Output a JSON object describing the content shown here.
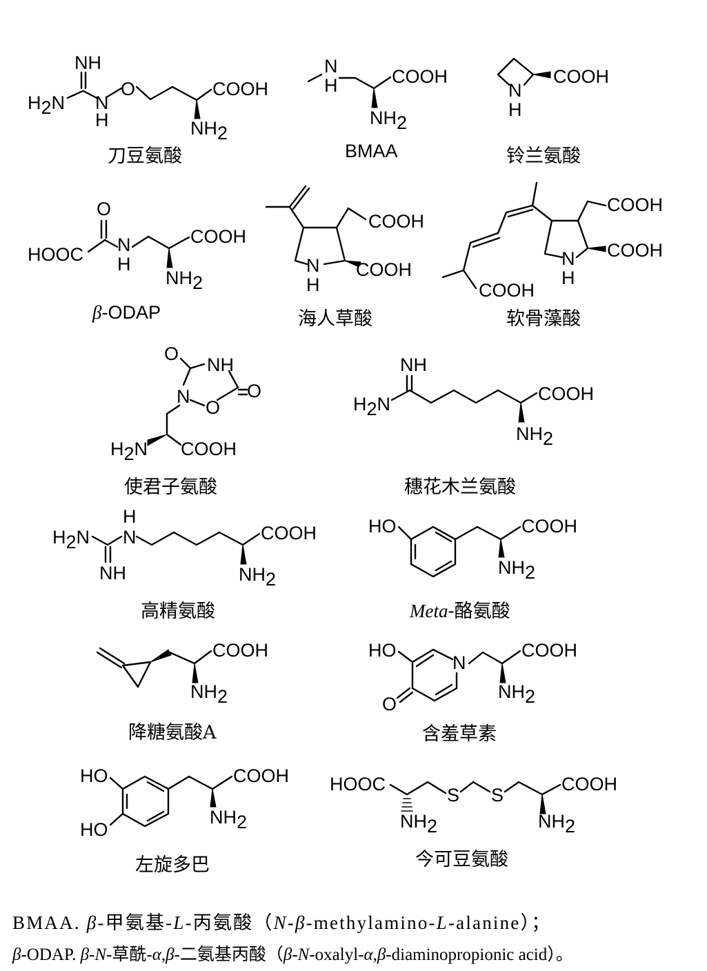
{
  "compounds": {
    "canavanine": {
      "name": "刀豆氨酸"
    },
    "bmaa": {
      "name": "BMAA"
    },
    "azetidine": {
      "name": "铃兰氨酸"
    },
    "odap": {
      "name_prefix": "β",
      "name_suffix": "-ODAP"
    },
    "kainic": {
      "name": "海人草酸"
    },
    "domoic": {
      "name": "软骨藻酸"
    },
    "quisqualic": {
      "name": "使君子氨酸"
    },
    "indospicine": {
      "name": "穗花木兰氨酸"
    },
    "homoarginine": {
      "name": "高精氨酸"
    },
    "mtyrosine": {
      "name_prefix": "Meta",
      "name_suffix": "-酪氨酸"
    },
    "hypoglycin": {
      "name": "降糖氨酸A"
    },
    "mimosine": {
      "name": "含羞草素"
    },
    "ldopa": {
      "name": "左旋多巴"
    },
    "djenkolic": {
      "name": "今可豆氨酸"
    }
  },
  "atoms": {
    "NH": "NH",
    "H": "H",
    "N": "N",
    "O": "O",
    "S": "S",
    "HO": "HO",
    "COOH": "COOH",
    "HOOC": "HOOC",
    "H2N_a": "H",
    "H2N_sub": "2",
    "H2N_b": "N",
    "NH2_a": "NH",
    "NH2_sub": "2"
  },
  "footnotes": {
    "line1": {
      "abbr": "BMAA. ",
      "beta": "β",
      "cn1": "-甲氨基-",
      "L": "L",
      "cn2": "-丙氨酸（",
      "N": "N",
      "dash1": "-",
      "beta2": "β",
      "en1": "-methylamino-",
      "L2": "L",
      "en2": "-alanine）；"
    },
    "line2": {
      "beta": "β",
      "abbr": "-ODAP. ",
      "beta2": "β",
      "dash": "-",
      "N": "N",
      "cn1": "-草酰-",
      "alpha": "α",
      "comma": ",",
      "beta3": "β",
      "cn2": "-二氨基丙酸（",
      "beta4": "β",
      "dash2": "-",
      "N2": "N",
      "en1": "-oxalyl-",
      "alpha2": "α",
      "comma2": ",",
      "beta5": "β",
      "en2": "-diaminopropionic acid）。"
    }
  }
}
